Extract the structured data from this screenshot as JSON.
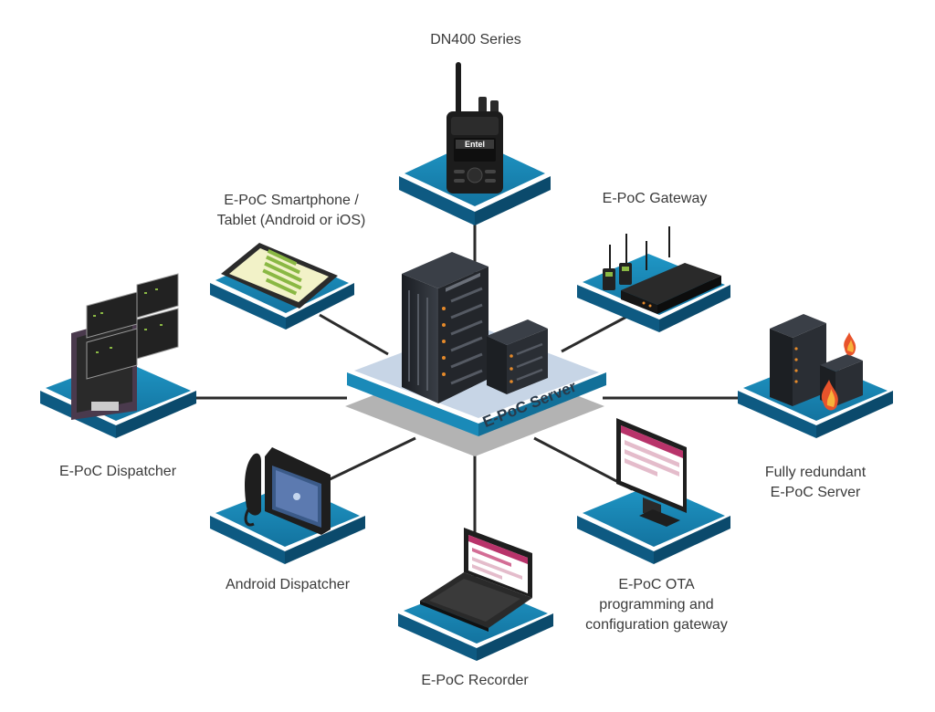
{
  "nodes": {
    "radio": {
      "label": "DN400 Series",
      "brand": "Entel"
    },
    "smartphone": {
      "label_line1": "E-PoC Smartphone /",
      "label_line2": "Tablet (Android or iOS)"
    },
    "gateway": {
      "label": "E-PoC Gateway"
    },
    "dispatcher": {
      "label": "E-PoC Dispatcher"
    },
    "server": {
      "label": "E-PoC Server"
    },
    "redundant": {
      "label_line1": "Fully redundant",
      "label_line2": "E-PoC Server"
    },
    "android_dispatcher": {
      "label": "Android Dispatcher"
    },
    "ota": {
      "label_line1": "E-PoC OTA",
      "label_line2": "programming and",
      "label_line3": "configuration gateway"
    },
    "recorder": {
      "label": "E-PoC Recorder"
    }
  },
  "colors": {
    "platform_top": "#1a8ab8",
    "platform_side": "#0e5a82",
    "platform_rim": "#ffffff",
    "server_platform": "#c7d5e6",
    "server_shadow": "#b3b3b3",
    "connector": "#2b2b2b",
    "label_text": "#3a3a3a",
    "screen_accent": "#b8336a"
  }
}
